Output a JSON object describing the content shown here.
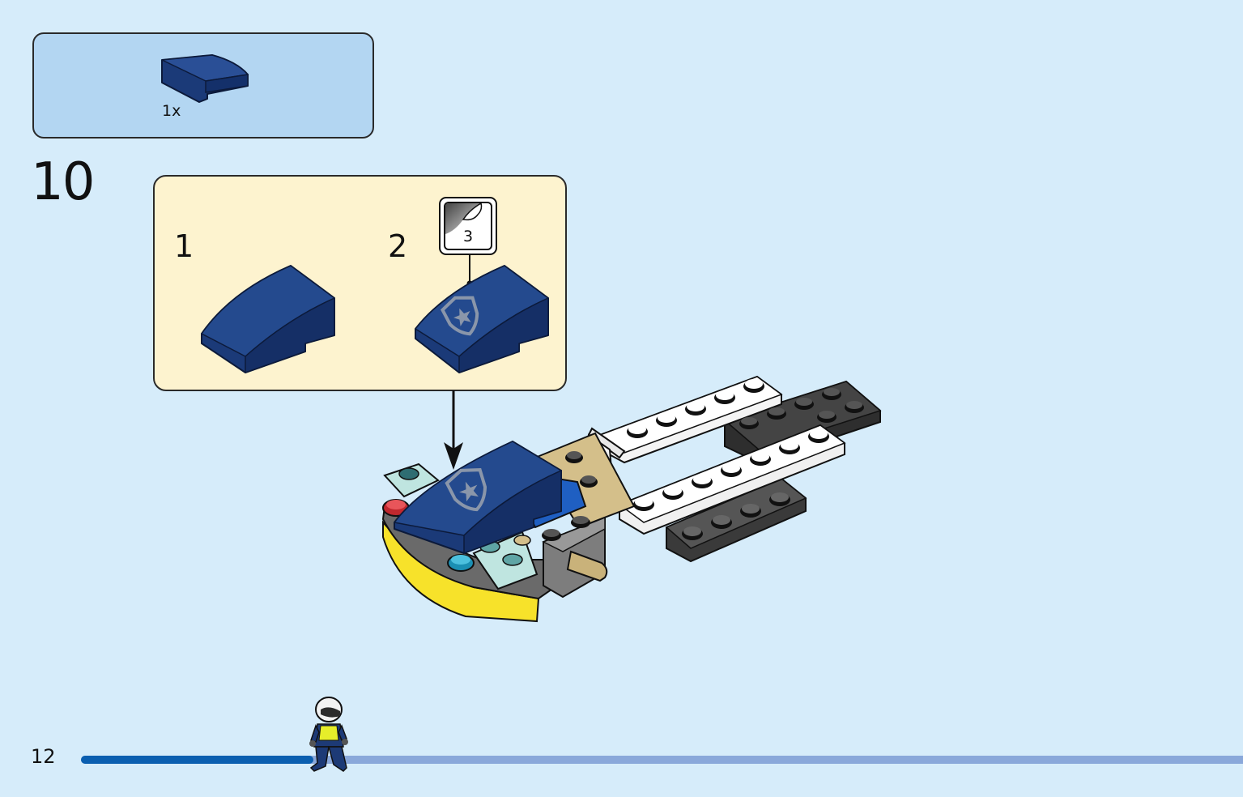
{
  "parts_list": {
    "quantity": "1x",
    "piece_icon": "dark-blue-curved-slope-brick-icon",
    "piece_color": "#1b3a78"
  },
  "step": {
    "number": "10",
    "substeps": [
      {
        "number": "1",
        "piece_icon": "dark-blue-curved-slope-brick-icon"
      },
      {
        "number": "2",
        "piece_icon": "dark-blue-curved-slope-with-police-badge-icon"
      }
    ],
    "sticker": {
      "number": "3",
      "icon": "sticker-peel-icon"
    }
  },
  "page": {
    "number": "12",
    "progress": 0.2
  },
  "colors": {
    "background": "#d6ecfa",
    "parts_box": "#b3d6f2",
    "substep_box": "#fdf3cf",
    "brick_dark_blue": "#1b3a78",
    "progress_done": "#0b5fb0",
    "progress_remaining": "#8aa8da"
  }
}
